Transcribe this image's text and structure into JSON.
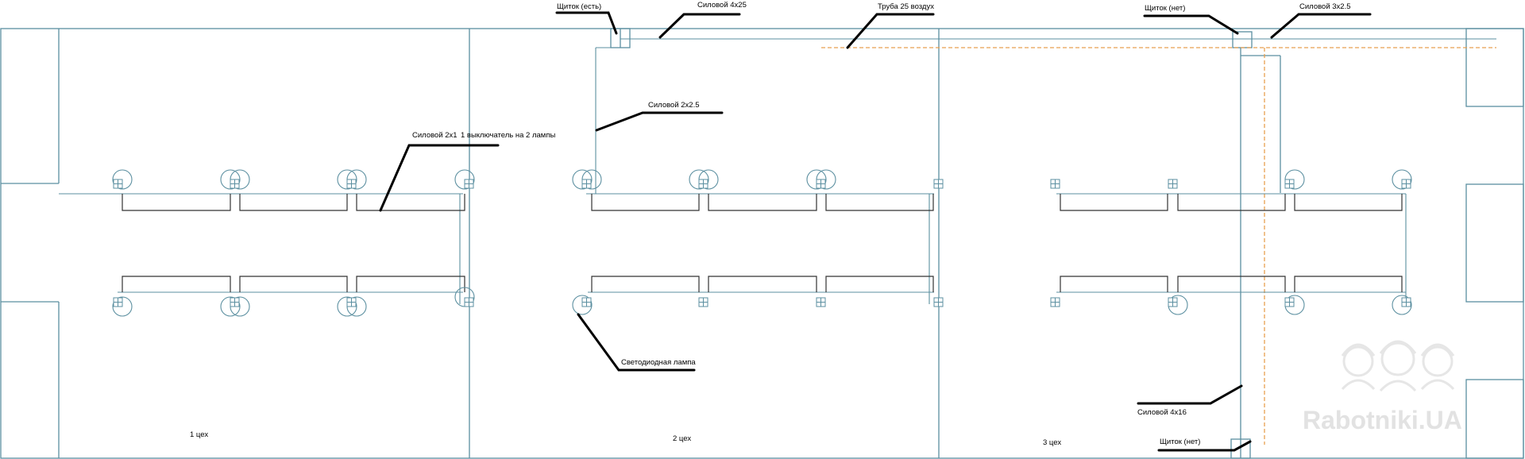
{
  "labels": {
    "panel_exists": "Щиток (есть)",
    "power_4x25": "Силовой 4х25",
    "pipe_25_air": "Труба 25 воздух",
    "panel_none_top": "Щиток (нет)",
    "power_3x2_5": "Силовой 3х2.5",
    "power_2x2_5": "Силовой 2х2.5",
    "power_2x1": "Силовой 2х1",
    "switch_2_lamps": "1 выключатель на 2 лампы",
    "led_lamp": "Светодиодная лампа",
    "power_4x16": "Силовой 4х16",
    "panel_none_bottom": "Щиток (нет)"
  },
  "rooms": {
    "room1": "1 цех",
    "room2": "2 цех",
    "room3": "3 цех"
  },
  "watermark": "Rabotniki.UA",
  "colors": {
    "wall": "#5b8fa0",
    "pipe": "#e8a050",
    "leader": "#000000",
    "fixture": "#333333"
  }
}
